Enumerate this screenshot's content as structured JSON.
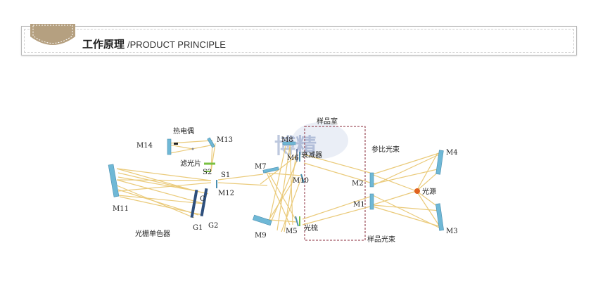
{
  "header": {
    "title_zh": "工作原理",
    "title_en": "/PRODUCT PRINCIPLE"
  },
  "colors": {
    "beam": "#e8c56c",
    "mirror": "#6fb8d6",
    "grating": "#2e4f7c",
    "filter": "#79c042",
    "source": "#e0621e",
    "chamber_border": "#8a2a3a",
    "badge": "#b5a080"
  },
  "diagram": {
    "labels": {
      "thermocouple": "热电偶",
      "filter": "滤光片",
      "monochromator": "光栅单色器",
      "sample_chamber": "样品室",
      "attenuator": "衰减器",
      "comb": "光梳",
      "reference_beam": "参比光束",
      "sample_beam": "样品光束",
      "light_source": "光源",
      "m1": "M1",
      "m2": "M2",
      "m3": "M3",
      "m4": "M4",
      "m5": "M5",
      "m6": "M6",
      "m7": "M7",
      "m8": "M8",
      "m9": "M9",
      "m10": "M10",
      "m11": "M11",
      "m12": "M12",
      "m13": "M13",
      "m14": "M14",
      "s1": "S1",
      "s2": "S2",
      "g1": "G1",
      "g2": "G2",
      "c": "C"
    },
    "watermark": "博精"
  }
}
